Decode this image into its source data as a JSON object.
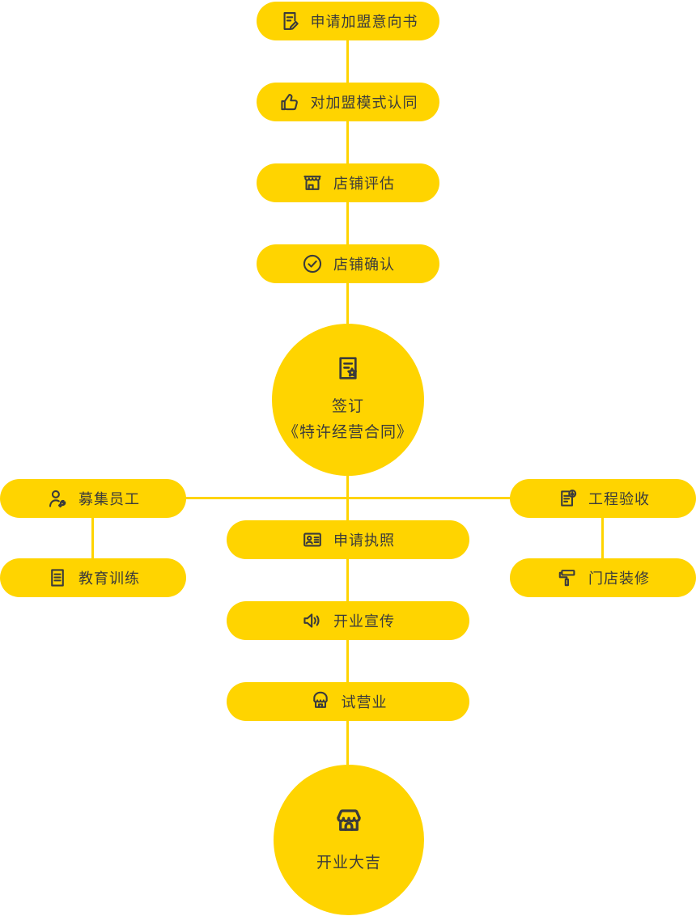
{
  "colors": {
    "accent": "#FFD400",
    "text": "#3B3B3B",
    "background": "#FFFFFF"
  },
  "flow": {
    "top_nodes": [
      {
        "label": "申请加盟意向书",
        "icon": "document-edit-icon"
      },
      {
        "label": "对加盟模式认同",
        "icon": "thumbs-up-icon"
      },
      {
        "label": "店铺评估",
        "icon": "storefront-awning-icon"
      },
      {
        "label": "店铺确认",
        "icon": "check-circle-icon"
      }
    ],
    "sign_milestone": {
      "line1": "签订",
      "line2": "《特许经营合同》",
      "icon": "contract-star-icon"
    },
    "left_branch_nodes": [
      {
        "label": "募集员工",
        "icon": "recruit-person-icon"
      },
      {
        "label": "教育训练",
        "icon": "training-book-icon"
      }
    ],
    "right_branch_nodes": [
      {
        "label": "工程验收",
        "icon": "inspection-doc-icon"
      },
      {
        "label": "门店装修",
        "icon": "paint-roller-icon"
      }
    ],
    "center_nodes": [
      {
        "label": "申请执照",
        "icon": "license-card-icon"
      },
      {
        "label": "开业宣传",
        "icon": "speaker-icon"
      },
      {
        "label": "试营业",
        "icon": "trial-shop-icon"
      }
    ],
    "opening_milestone": {
      "label": "开业大吉",
      "icon": "storefront-icon"
    }
  }
}
